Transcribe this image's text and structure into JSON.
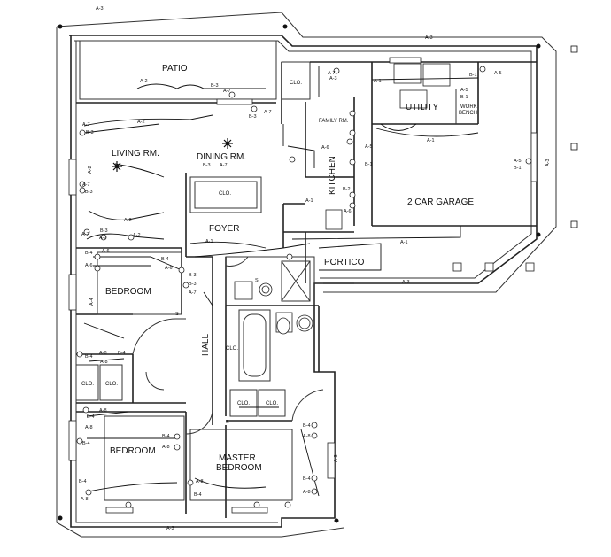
{
  "rooms": {
    "patio": "PATIO",
    "living": "LIVING RM.",
    "dining": "DINING RM.",
    "family": "FAMILY RM.",
    "kitchen": "KITCHEN",
    "utility": "UTILITY",
    "garage": "2 CAR GARAGE",
    "foyer": "FOYER",
    "portico": "PORTICO",
    "bedroom1": "BEDROOM",
    "bedroom2": "BEDROOM",
    "hall": "HALL",
    "master_line1": "MASTER",
    "master_line2": "BEDROOM",
    "workbench_line1": "WORK",
    "workbench_line2": "BENCH"
  },
  "closets": {
    "patio_clo": "CLO.",
    "foyer_clo": "CLO.",
    "hall_clo": "CLO.",
    "bed_clo_a": "CLO.",
    "bed_clo_b": "CLO.",
    "master_clo_a": "CLO.",
    "master_clo_b": "CLO."
  },
  "circuits": {
    "a1": "A-1",
    "a2": "A-2",
    "a3": "A-3",
    "a4": "A-4",
    "a5": "A-5",
    "a6": "A-6",
    "a7": "A-7",
    "a8": "A-8",
    "b1": "B-1",
    "b2": "B-2",
    "b3": "B-3",
    "b4": "B-4",
    "s": "S"
  },
  "colors": {
    "ink": "#111111",
    "wall": "#222222",
    "background": "#ffffff"
  }
}
